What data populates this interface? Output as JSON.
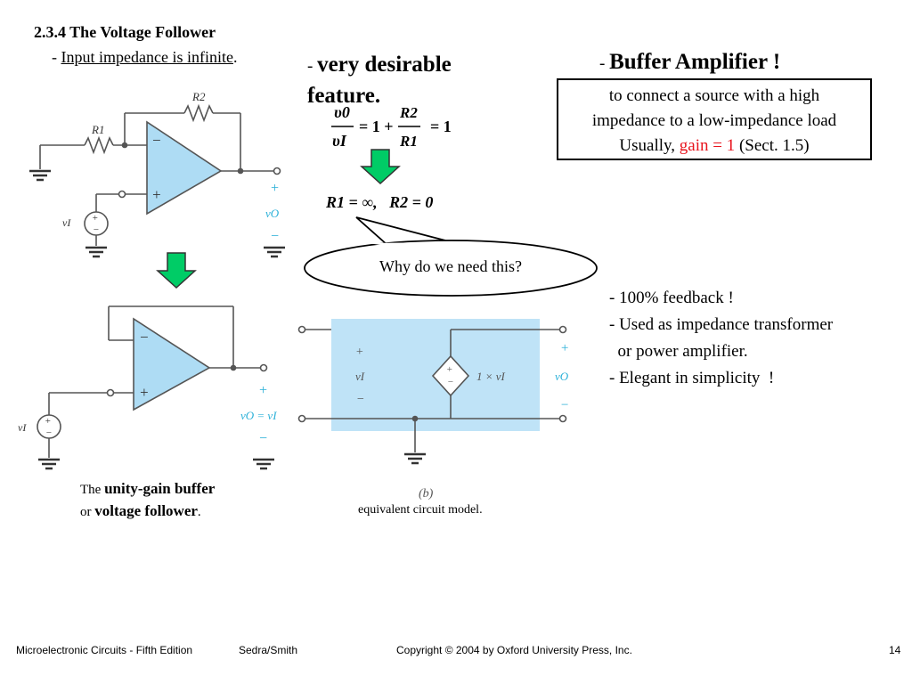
{
  "slide": {
    "section_title": "2.3.4 The Voltage Follower",
    "input_dash": "- ",
    "input_impedance": "Input impedance is infinite",
    "input_period": ".",
    "desirable_dash": "- ",
    "desirable_text": "very desirable feature.",
    "buffer_dash": "- ",
    "buffer_title": "Buffer Amplifier !",
    "box_line1": "to connect a source with a high",
    "box_line2": "impedance to a low-impedance load",
    "box_usually": "Usually, ",
    "box_gain": "gain = 1",
    "box_sect": " (Sect. 1.5)",
    "bubble_question": "Why do we need this?",
    "bullet_1": "- 100% feedback !",
    "bullet_2a": "- Used as impedance transformer",
    "bullet_2b": "  or power amplifier.",
    "bullet_3": "- Elegant in simplicity  !",
    "caption_the": "The ",
    "caption_unity": "unity-gain buffer",
    "caption_or": "or ",
    "caption_follower": "voltage follower",
    "caption_period": ".",
    "caption_b": "(b)",
    "caption_equiv": "equivalent circuit model."
  },
  "equation": {
    "num_left": "υ0",
    "den_left": "υI",
    "eq_one_plus": "= 1 +",
    "num_right": "R2",
    "den_right": "R1",
    "eq_one": "= 1",
    "condition": "R1 = ∞,   R2 = 0"
  },
  "circuit_labels": {
    "r1": "R1",
    "r2": "R2",
    "minus": "−",
    "plus": "+",
    "vi": "vI",
    "vo": "vO",
    "vo_eq_vi": "vO = vI",
    "dep_source": "1 × vI"
  },
  "footer": {
    "book": "Microelectronic Circuits - Fifth Edition",
    "authors": "Sedra/Smith",
    "copyright": "Copyright © 2004 by Oxford University Press, Inc.",
    "page": "14"
  },
  "colors": {
    "arrow_fill": "#00cc66",
    "opamp_fill": "#aedcf4",
    "panel_fill": "#bfe3f7",
    "cyan_label": "#2ab0d8",
    "highlight_red": "#e8141d"
  }
}
